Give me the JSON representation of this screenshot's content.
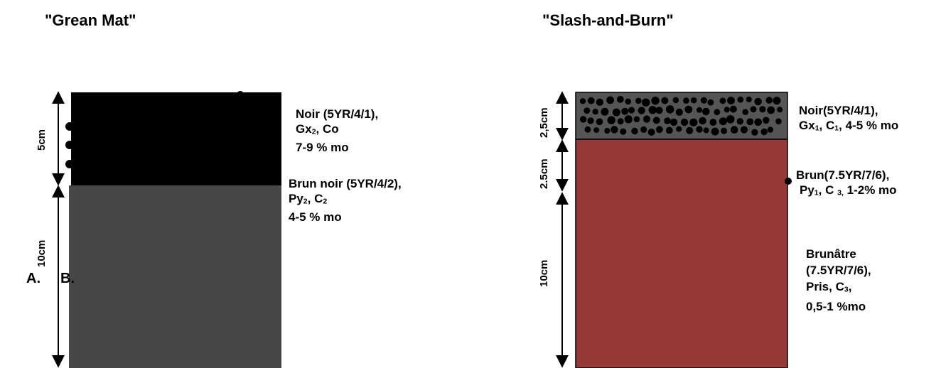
{
  "left_profile": {
    "title": "\"Grean Mat\"",
    "panel_labels": {
      "a": "A.",
      "b": "B."
    },
    "layers": [
      {
        "depth_label": "5cm",
        "color": "#000000",
        "line1": "Noir (5YR/4/1),",
        "line2": {
          "pre": "Gx",
          "sub": "2",
          "post": ", Co"
        },
        "line3": "7-9 % mo"
      },
      {
        "depth_label": "10cm",
        "color": "#474747",
        "line1": "Brun noir (5YR/4/2),",
        "line2": {
          "pre": "Py",
          "sub": "2",
          "post": ", C",
          "sub2": "2"
        },
        "line3": "4-5 % mo"
      }
    ]
  },
  "right_profile": {
    "title": "\"Slash-and-Burn\"",
    "layers": [
      {
        "depth_label": "2,5cm",
        "color": "#555555",
        "text": {
          "l1": "Noir(5YR/4/1),",
          "pre": "Gx",
          "sub": "1",
          "mid": ", C",
          "sub2": "1",
          "post": ", 4-5 % mo"
        }
      },
      {
        "depth_label": "2.5cm",
        "color": "#963939",
        "text": {
          "l1": "Brun(7.5YR/7/6),",
          "pre": "Py",
          "sub": "1",
          "mid": ", C ",
          "sub2": "3",
          "post": " 1-2% mo",
          "sub_sep": ","
        }
      },
      {
        "depth_label": "10cm",
        "color": "#963939",
        "text": {
          "l1": "Brunâtre",
          "l2": "(7.5YR/7/6),",
          "l3_pre": "Pris, C",
          "l3_sub": "3",
          "l3_post": ",",
          "l4": "0,5-1 %mo"
        }
      }
    ]
  }
}
